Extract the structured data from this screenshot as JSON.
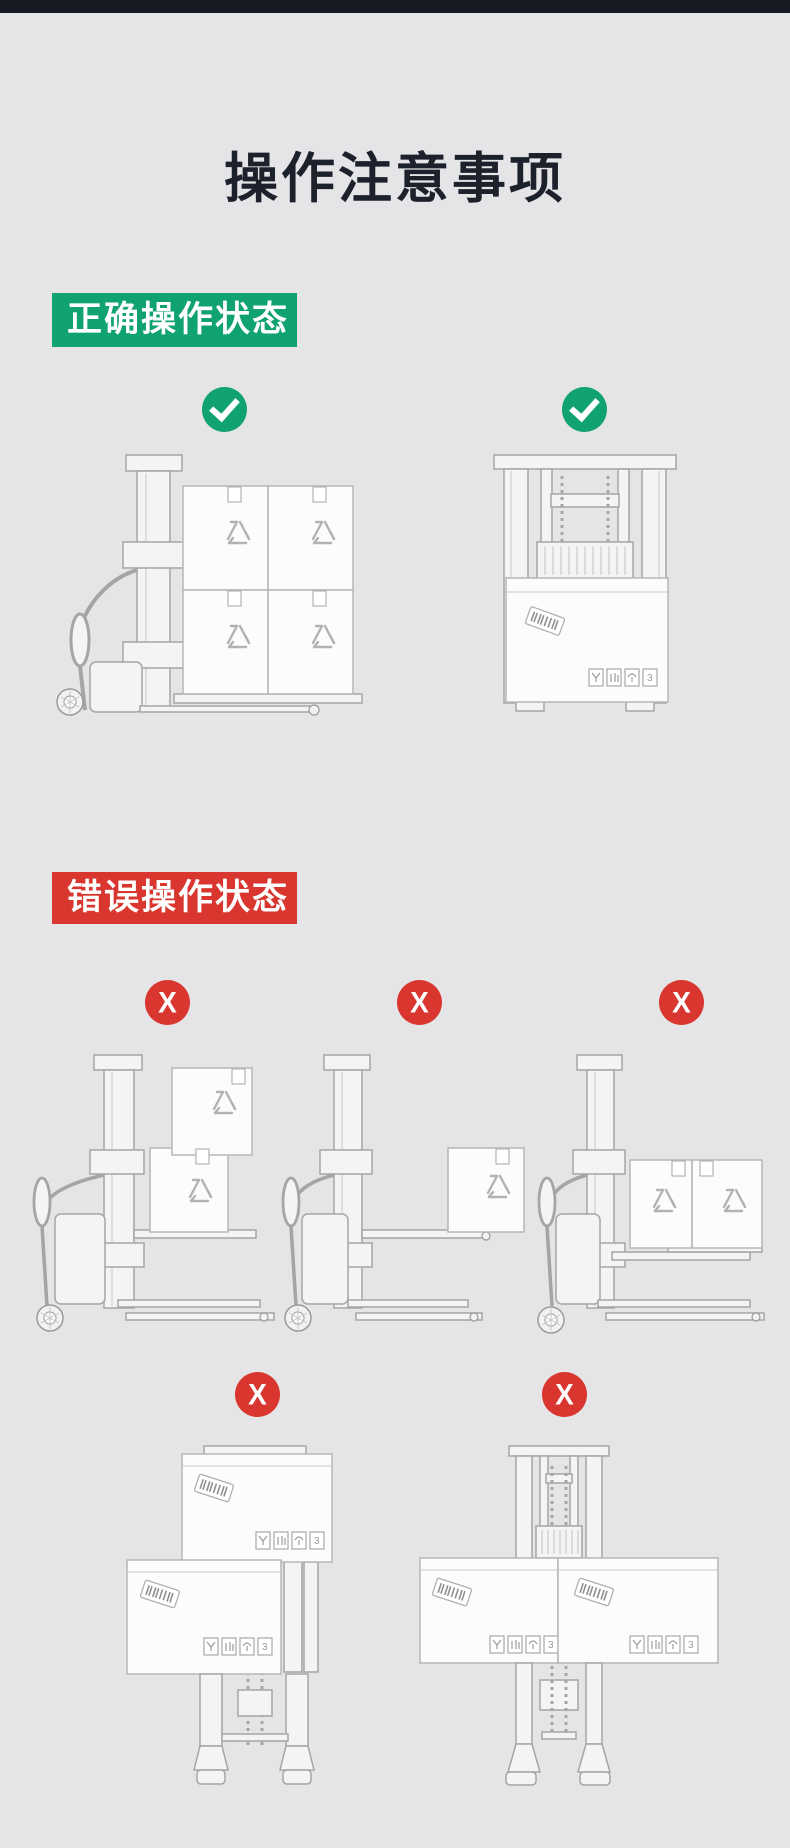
{
  "page": {
    "title": "操作注意事项"
  },
  "colors": {
    "background": "#e5e4e6",
    "top_bar": "#171a22",
    "title_text": "#1c212c",
    "correct_green": "#10a36f",
    "wrong_red": "#d8362e",
    "mark_glyph_color": "#ffffff",
    "line_art": "#a5a5a5"
  },
  "sections": {
    "correct": {
      "label": "正确操作状态",
      "marks_count": 2
    },
    "wrong": {
      "label": "错误操作状态",
      "mark_glyph": "X",
      "marks_count": 5
    }
  }
}
